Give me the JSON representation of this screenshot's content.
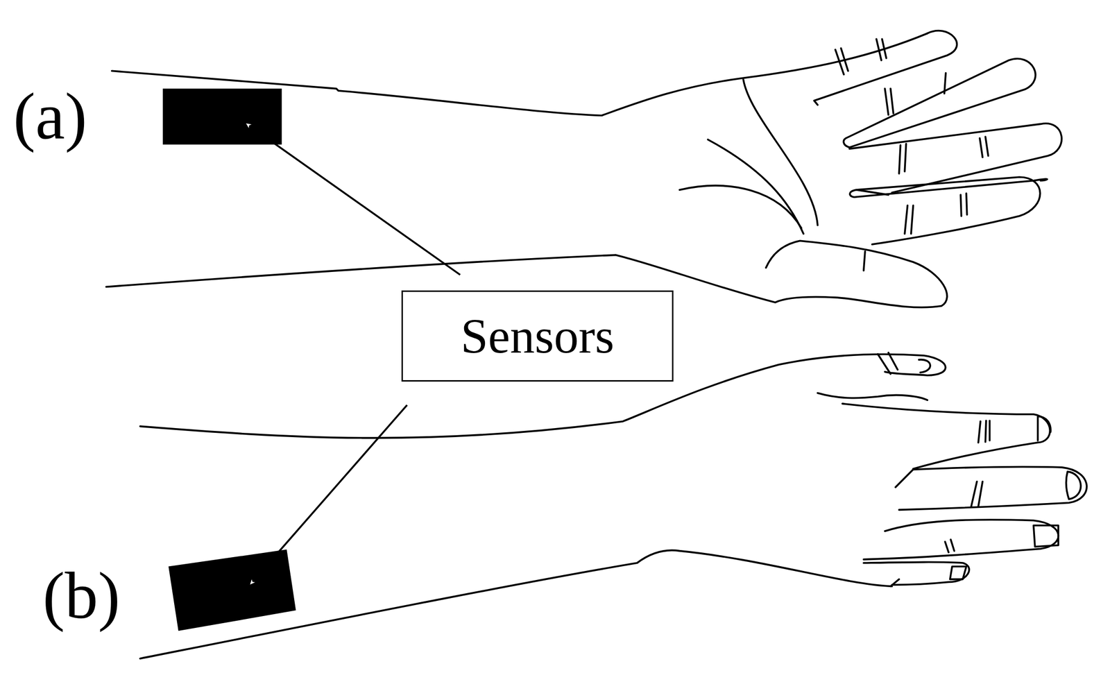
{
  "diagram": {
    "nodes": [
      {
        "text": [
          "Sensors"
        ]
      }
    ],
    "labels": [
      "(a)",
      "(b)"
    ]
  }
}
